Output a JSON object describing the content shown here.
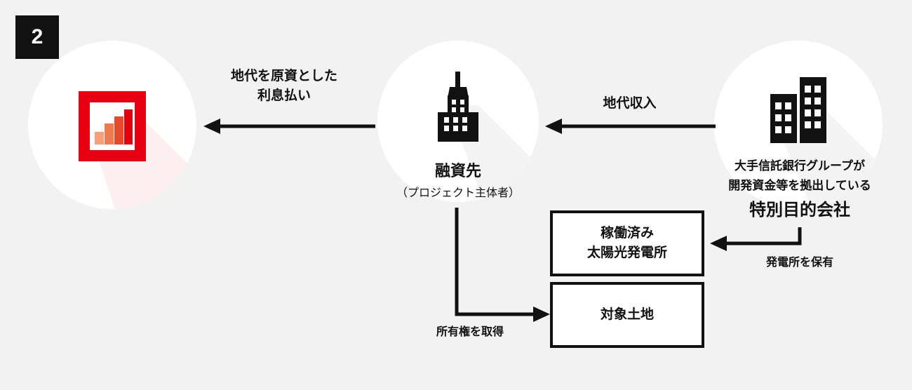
{
  "page": {
    "background_color": "#f2f2f2",
    "ink_color": "#111111",
    "accent_color": "#e60012"
  },
  "step": {
    "number": "2"
  },
  "nodes": {
    "investor": {
      "icon": "bar-chart-growth-icon",
      "icon_frame_color": "#e60012",
      "bar_colors": [
        "#f4a07a",
        "#f07a4f",
        "#e8492b",
        "#e2000f"
      ]
    },
    "borrower": {
      "icon": "skyscraper-building-icon",
      "title": "融資先",
      "subtitle": "（プロジェクト主体者）"
    },
    "spc": {
      "icon": "two-office-buildings-icon",
      "lead_line1": "大手信託銀行グループが",
      "lead_line2": "開発資金等を拠出している",
      "strong": "特別目的会社"
    }
  },
  "boxes": [
    {
      "name": "solar-plant-box",
      "text": "稼働済み\n太陽光発電所"
    },
    {
      "name": "target-land-box",
      "text": "対象土地"
    }
  ],
  "flows": {
    "interest_payment": "地代を原資とした\n利息払い",
    "land_rent_income": "地代収入",
    "acquire_ownership": "所有権を取得",
    "own_power_plant": "発電所を保有"
  }
}
